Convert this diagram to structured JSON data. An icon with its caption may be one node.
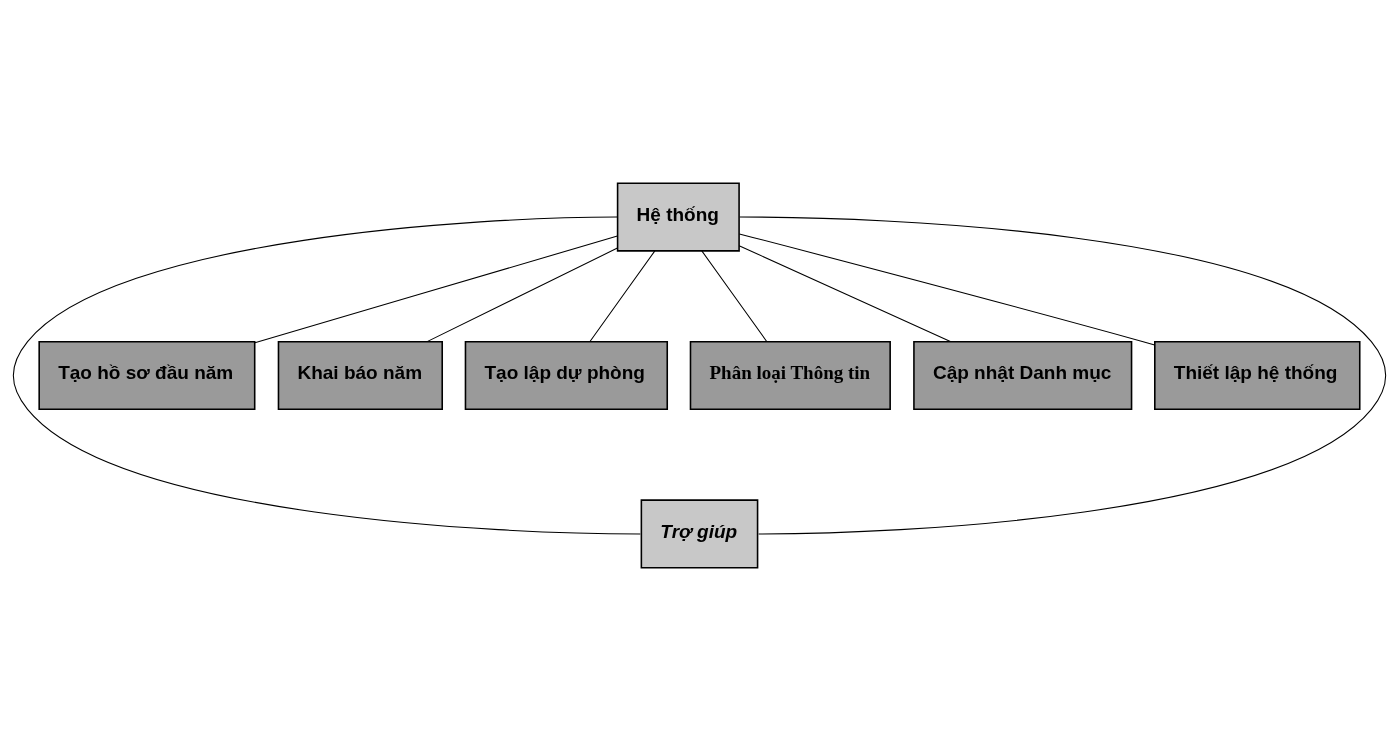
{
  "diagram": {
    "nodes": [
      {
        "text": [
          "Hệ thống"
        ]
      },
      {
        "text": [
          "Tạo hồ sơ đầu năm"
        ]
      },
      {
        "text": [
          "Khai báo năm"
        ]
      },
      {
        "text": [
          "Tạo lập dự phòng"
        ]
      },
      {
        "text": [
          "Phân loại Thông tin"
        ]
      },
      {
        "text": [
          "Cập nhật Danh mục"
        ]
      },
      {
        "text": [
          "Thiết lập hệ thống"
        ]
      },
      {
        "text": [
          "Trợ giúp"
        ]
      }
    ],
    "edges": [
      {
        "from": 0,
        "to": 1,
        "arrow": "none"
      },
      {
        "from": 0,
        "to": 2,
        "arrow": "none"
      },
      {
        "from": 0,
        "to": 3,
        "arrow": "none"
      },
      {
        "from": 0,
        "to": 4,
        "arrow": "none"
      },
      {
        "from": 0,
        "to": 5,
        "arrow": "none"
      },
      {
        "from": 0,
        "to": 6,
        "arrow": "none"
      },
      {
        "from": 0,
        "to": 7,
        "arrow": "none"
      },
      {
        "from": 0,
        "to": 7,
        "arrow": "none"
      }
    ]
  }
}
